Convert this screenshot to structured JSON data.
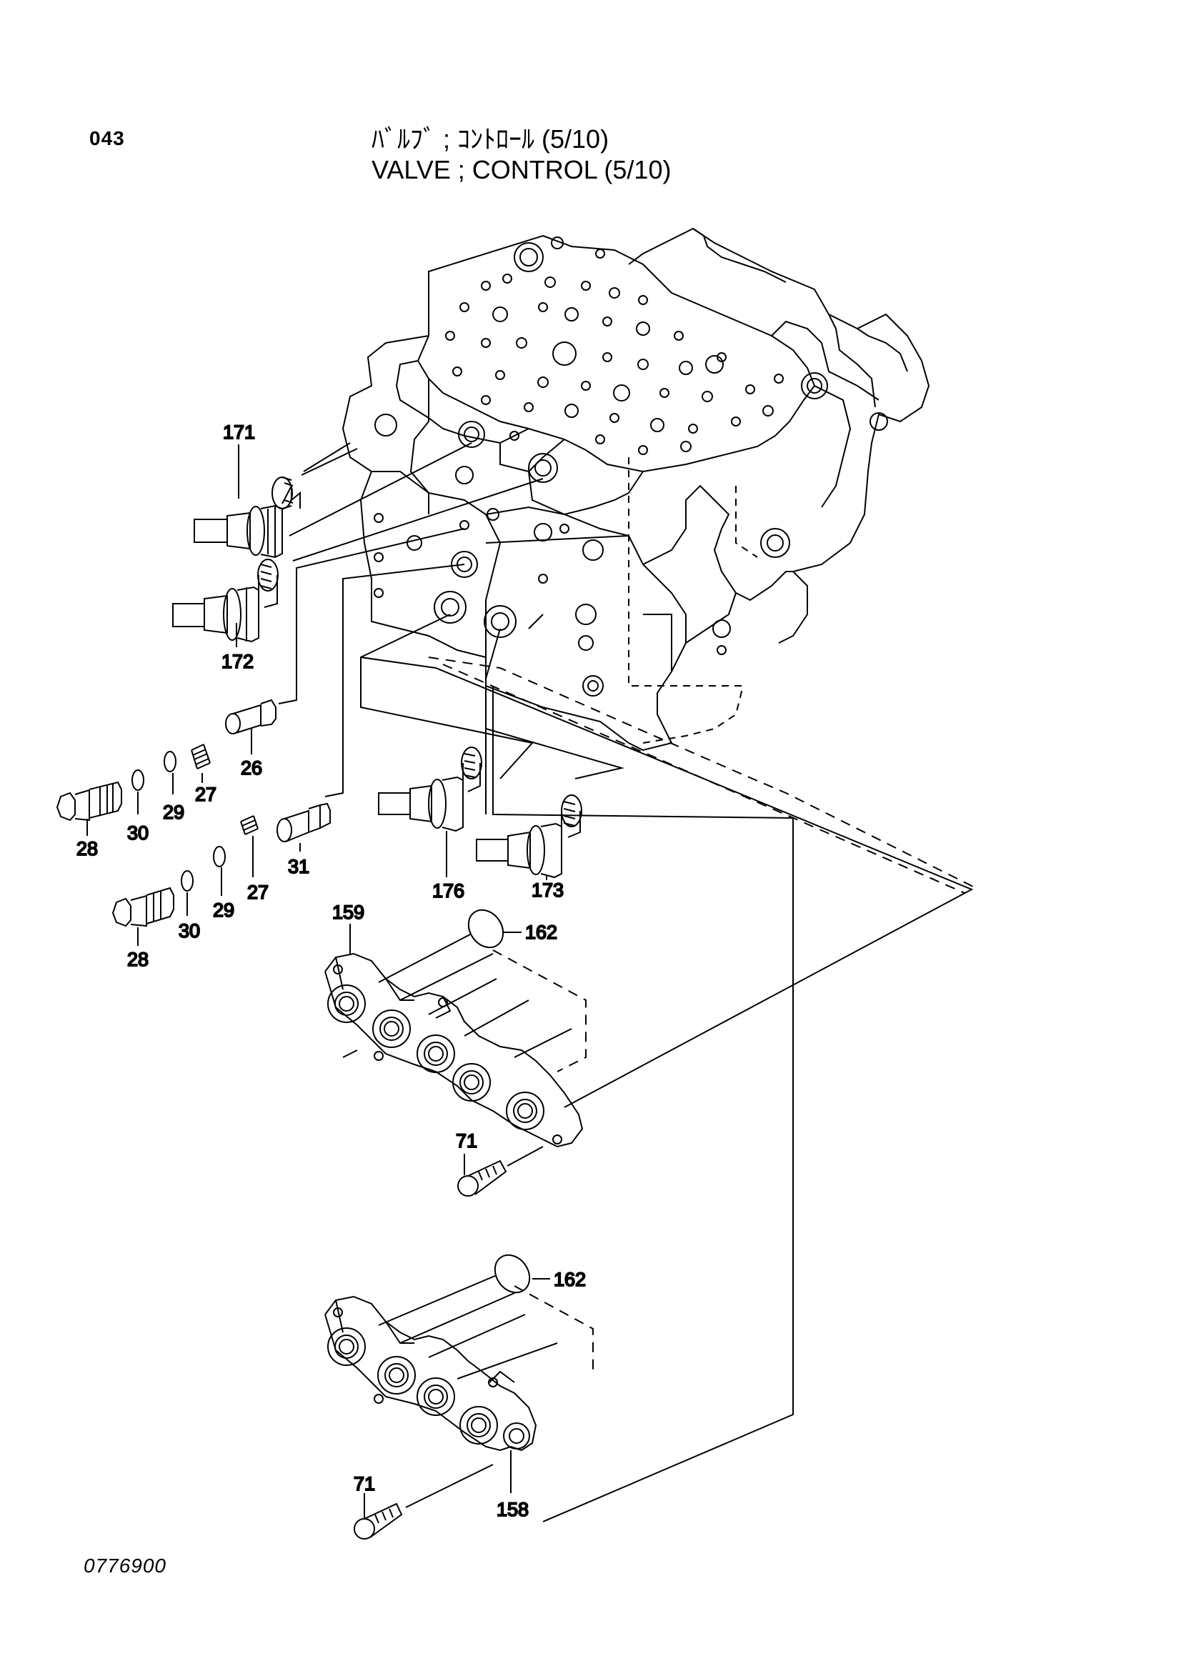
{
  "header": {
    "page_number": "043",
    "title_jp": "ﾊﾞﾙﾌﾞ ; ｺﾝﾄﾛｰﾙ (5/10)",
    "title_en": "VALVE ; CONTROL (5/10)"
  },
  "footer": {
    "drawing_number": "0776900"
  },
  "callouts": {
    "c171": "171",
    "c172": "172",
    "c26": "26",
    "c27a": "27",
    "c29a": "29",
    "c30a": "30",
    "c28a": "28",
    "c31": "31",
    "c176": "176",
    "c173": "173",
    "c27b": "27",
    "c29b": "29",
    "c30b": "30",
    "c28b": "28",
    "c159": "159",
    "c162a": "162",
    "c71a": "71",
    "c162b": "162",
    "c71b": "71",
    "c158": "158"
  }
}
